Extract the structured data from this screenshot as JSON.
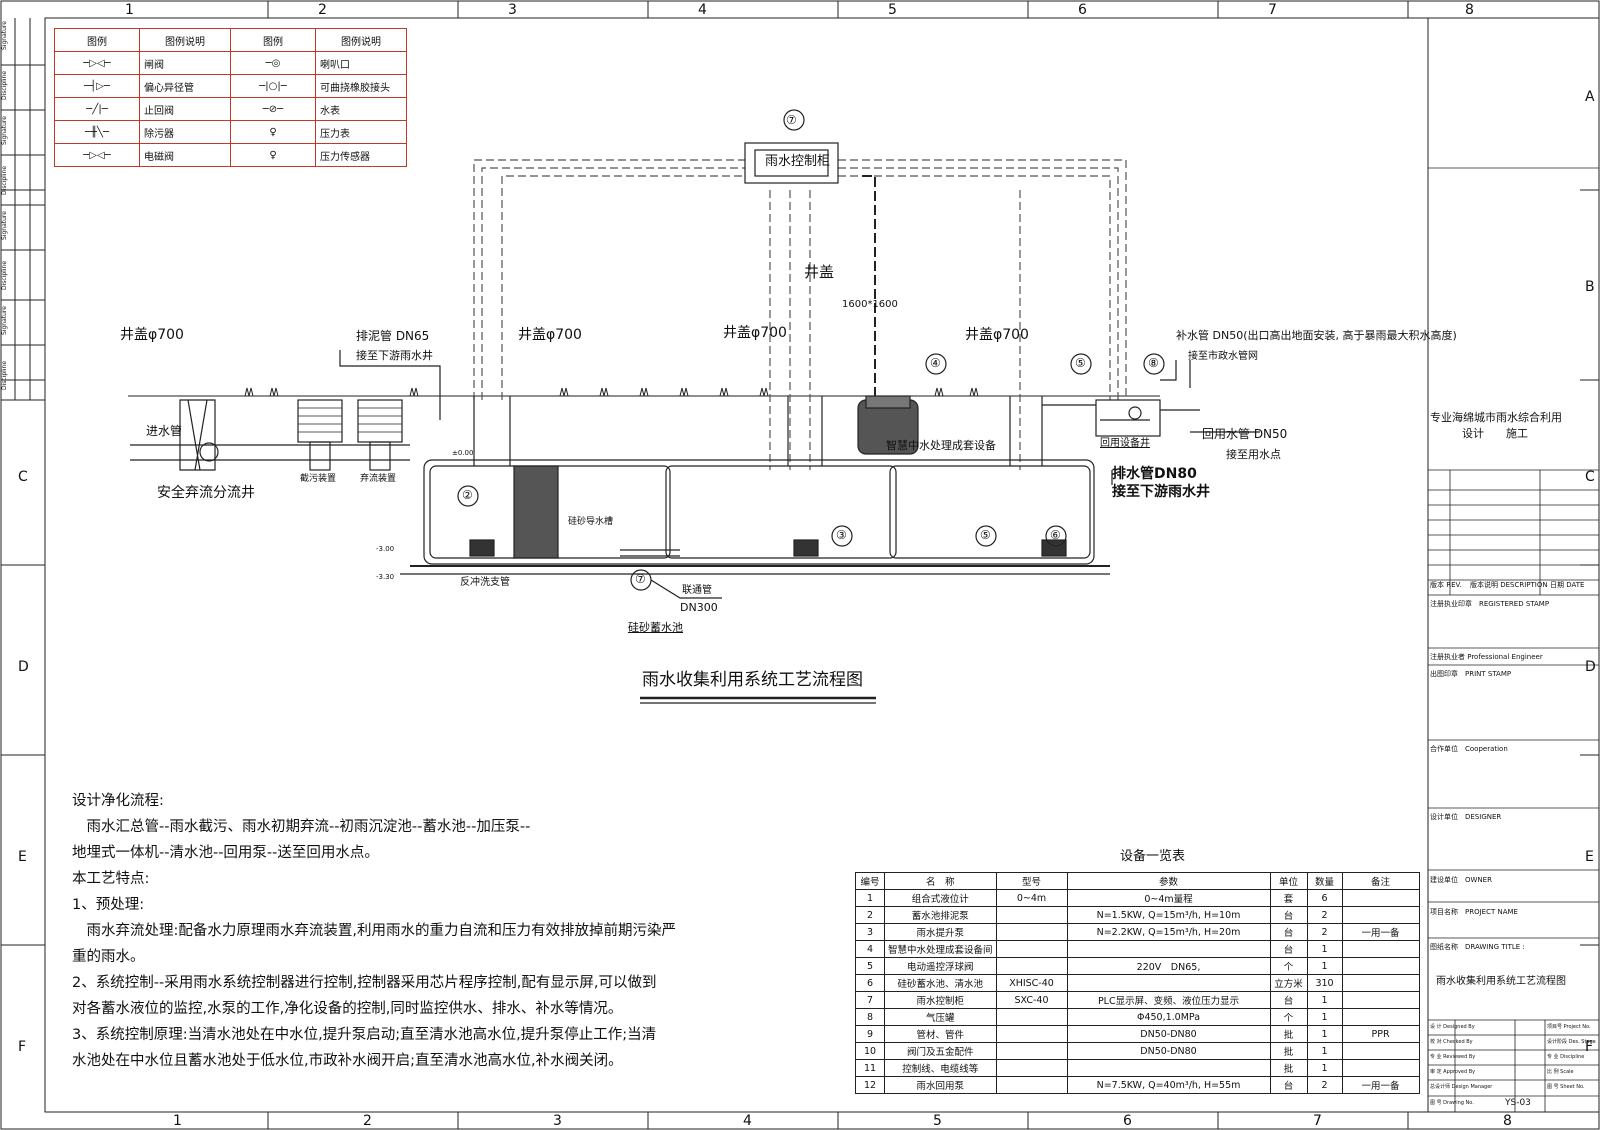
{
  "grid": {
    "cols": [
      "1",
      "2",
      "3",
      "4",
      "5",
      "6",
      "7",
      "8"
    ],
    "rows": [
      "A",
      "B",
      "C",
      "D",
      "E",
      "F"
    ]
  },
  "legend": {
    "headers": [
      "图例",
      "图例说明",
      "图例",
      "图例说明"
    ],
    "rows": [
      [
        "闸阀",
        "喇叭口"
      ],
      [
        "偏心异径管",
        "可曲挠橡胶接头"
      ],
      [
        "止回阀",
        "水表"
      ],
      [
        "除污器",
        "压力表"
      ],
      [
        "电磁阀",
        "压力传感器"
      ]
    ]
  },
  "diagram": {
    "title": "雨水收集利用系统工艺流程图",
    "cabinet": "雨水控制柜",
    "cabinet_marker": "⑦",
    "well_cover": "井盖",
    "well_size": "1600*1600",
    "cover_phi": "井盖φ700",
    "sludge_pipe": "排泥管 DN65",
    "sludge_pipe_to": "接至下游雨水井",
    "inlet_pipe": "进水管",
    "safety_well": "安全弃流分流井",
    "interceptor": "截污装置",
    "diverter": "弃流装置",
    "silica_trough": "硅砂导水槽",
    "backwash": "反冲洗支管",
    "connect_pipe": "联通管",
    "connect_dn": "DN300",
    "pool": "硅砂蓄水池",
    "smart_unit": "智慧中水处理成套设备",
    "makeup_pipe": "补水管 DN50(出口高出地面安装, 高于暴雨最大积水高度)",
    "makeup_to": "接至市政水管网",
    "reuse_well": "回用设备井",
    "reuse_pipe": "回用水管 DN50",
    "reuse_to": "接至用水点",
    "drain_pipe": "排水管DN80",
    "drain_to": "接至下游雨水井",
    "elev": [
      "±0.00",
      "-3.00",
      "-3.30"
    ],
    "markers": [
      "②",
      "③",
      "④",
      "⑤",
      "⑥",
      "⑦",
      "⑧"
    ]
  },
  "notes": [
    "设计净化流程:",
    "　雨水汇总管--雨水截污、雨水初期弃流--初雨沉淀池--蓄水池--加压泵--",
    "地埋式一体机--清水池--回用泵--送至回用水点。",
    "本工艺特点:",
    "1、预处理:",
    "　雨水弃流处理:配备水力原理雨水弃流装置,利用雨水的重力自流和压力有效排放掉前期污染严",
    "重的雨水。",
    "2、系统控制--采用雨水系统控制器进行控制,控制器采用芯片程序控制,配有显示屏,可以做到",
    "对各蓄水液位的监控,水泵的工作,净化设备的控制,同时监控供水、排水、补水等情况。",
    "3、系统控制原理:当清水池处在中水位,提升泵启动;直至清水池高水位,提升泵停止工作;当清",
    "水池处在中水位且蓄水池处于低水位,市政补水阀开启;直至清水池高水位,补水阀关闭。"
  ],
  "equipment": {
    "caption": "设备一览表",
    "headers": [
      "编号",
      "名　称",
      "型号",
      "参数",
      "单位",
      "数量",
      "备注"
    ],
    "rows": [
      [
        "1",
        "组合式液位计",
        "0~4m",
        "0~4m量程",
        "套",
        "6",
        ""
      ],
      [
        "2",
        "蓄水池排泥泵",
        "",
        "N=1.5KW, Q=15m³/h, H=10m",
        "台",
        "2",
        ""
      ],
      [
        "3",
        "雨水提升泵",
        "",
        "N=2.2KW, Q=15m³/h, H=20m",
        "台",
        "2",
        "一用一备"
      ],
      [
        "4",
        "智慧中水处理成套设备间",
        "",
        "",
        "台",
        "1",
        ""
      ],
      [
        "5",
        "电动遥控浮球阀",
        "",
        "220V　DN65,",
        "个",
        "1",
        ""
      ],
      [
        "6",
        "硅砂蓄水池、清水池",
        "XHISC-40",
        "",
        "立方米",
        "310",
        ""
      ],
      [
        "7",
        "雨水控制柜",
        "SXC-40",
        "PLC显示屏、变频、液位压力显示",
        "台",
        "1",
        ""
      ],
      [
        "8",
        "气压罐",
        "",
        "Φ450,1.0MPa",
        "个",
        "1",
        ""
      ],
      [
        "9",
        "管材、管件",
        "",
        "DN50-DN80",
        "批",
        "1",
        "PPR"
      ],
      [
        "10",
        "阀门及五金配件",
        "",
        "DN50-DN80",
        "批",
        "1",
        ""
      ],
      [
        "11",
        "控制线、电缆线等",
        "",
        "",
        "批",
        "1",
        ""
      ],
      [
        "12",
        "雨水回用泵",
        "",
        "N=7.5KW, Q=40m³/h, H=55m",
        "台",
        "2",
        "一用一备"
      ]
    ]
  },
  "title_block": {
    "project": "专业海绵城市雨水综合利用",
    "stage": "设计　　施工",
    "drawing_title": "雨水收集利用系统工艺流程图",
    "drawing_no": "YS-03",
    "rev": "版本 REV.",
    "desc": "版本说明 DESCRIPTION",
    "date": "日期 DATE",
    "registered": "注册执业印章　REGISTERED STAMP",
    "engineer": "注册执业者 Professional Engineer",
    "print": "出图印章　PRINT STAMP",
    "coop": "合作单位　Cooperation",
    "designer": "设计单位　DESIGNER",
    "owner": "建设单位　OWNER",
    "project_name": "项目名称　PROJECT NAME",
    "drawing_title_label": "图纸名称　DRAWING TITLE :",
    "sign_rows": [
      "设 计 Designed By",
      "校 对 Checked By",
      "专 业 Reviewed By",
      "审 定 Approved By",
      "总设计师 Design Manager",
      "图 号 Drawing No."
    ],
    "sign_right": [
      "项目号 Project No.",
      "设计阶段 Des. Stage",
      "专 业 Discipline",
      "比 例 Scale",
      "图 号 Sheet No."
    ]
  },
  "left_strip": [
    "Signature",
    "Discipline",
    "Signature",
    "Discipline",
    "Signature",
    "Discipline",
    "Signature",
    "Discipline"
  ]
}
